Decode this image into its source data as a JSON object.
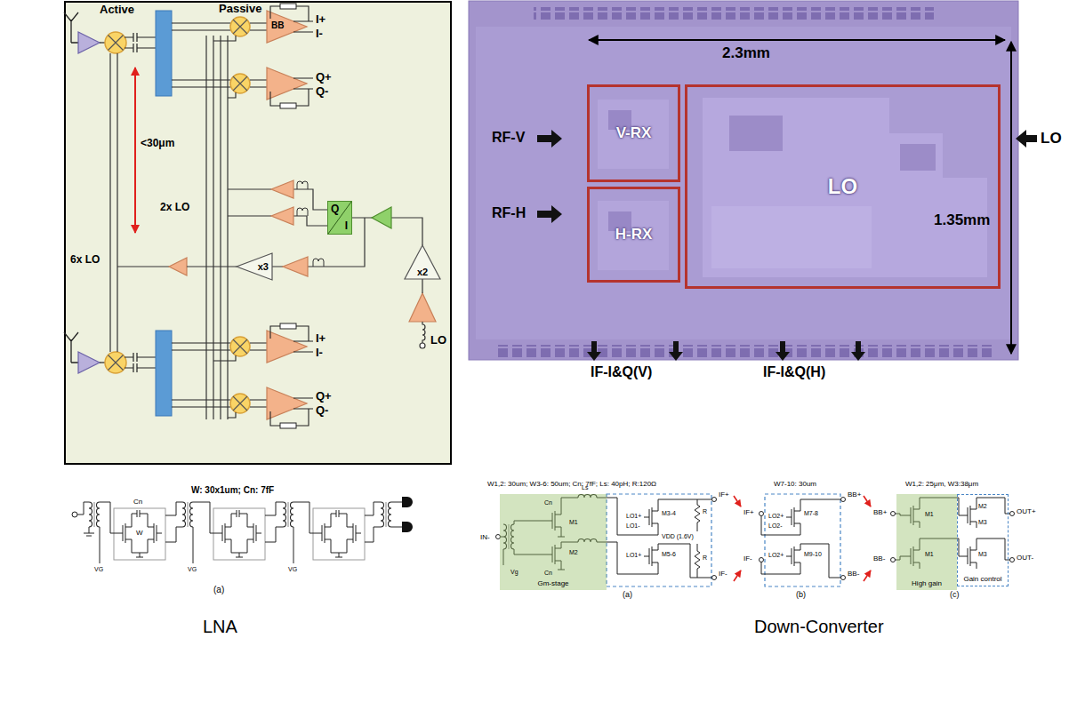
{
  "diagram": {
    "nodes": [
      {
        "text": [
          "x3"
        ]
      },
      {
        "text": [
          "x2"
        ]
      },
      {
        "text": [
          "Q",
          "I"
        ]
      },
      {
        "text": [
          "V-RX"
        ]
      },
      {
        "text": [
          "H-RX"
        ]
      },
      {
        "text": [
          "LO"
        ]
      },
      {
        "text": [
          "Gm-stage"
        ]
      },
      {
        "text": [
          "High gain"
        ]
      },
      {
        "text": [
          "Gain control"
        ]
      }
    ],
    "edges": [
      {
        "from": 1,
        "to": 2,
        "arrow": "none"
      }
    ],
    "labels": [
      "Active",
      "Passive",
      "BB",
      "I+",
      "I-",
      "Q+",
      "Q-",
      "<30μm",
      "2x LO",
      "6x LO",
      "LO",
      "I+",
      "I-",
      "Q+",
      "Q-",
      "2.3mm",
      "1.35mm",
      "RF-V",
      "RF-H",
      "LO",
      "IF-I&Q(V)",
      "IF-I&Q(H)",
      "W: 30x1um; Cn: 7fF",
      "Cn",
      "W",
      "VG",
      "VG",
      "VG",
      "(a)",
      "LNA",
      "W1,2: 30um; W3-6: 50um; Cn: 7fF; Ls: 40pH; R:120Ω",
      "IN-",
      "Cn",
      "Cn",
      "M1",
      "M2",
      "Vg",
      "Ls",
      "LO1+",
      "LO1-",
      "LO1+",
      "M3-4",
      "M5-6",
      "R",
      "VDD (1.6V)",
      "R",
      "IF+",
      "IF-",
      "IF+",
      "IF-",
      "(a)",
      "W7-10: 30um",
      "LO2+",
      "LO2-",
      "LO2+",
      "M7-8",
      "M9-10",
      "BB+",
      "BB-",
      "BB+",
      "BB-",
      "(b)",
      "W1,2: 25μm, W3:38μm",
      "M1",
      "M2",
      "M3",
      "M1",
      "M3",
      "OUT+",
      "OUT-",
      "(c)",
      "Down-Converter"
    ]
  }
}
